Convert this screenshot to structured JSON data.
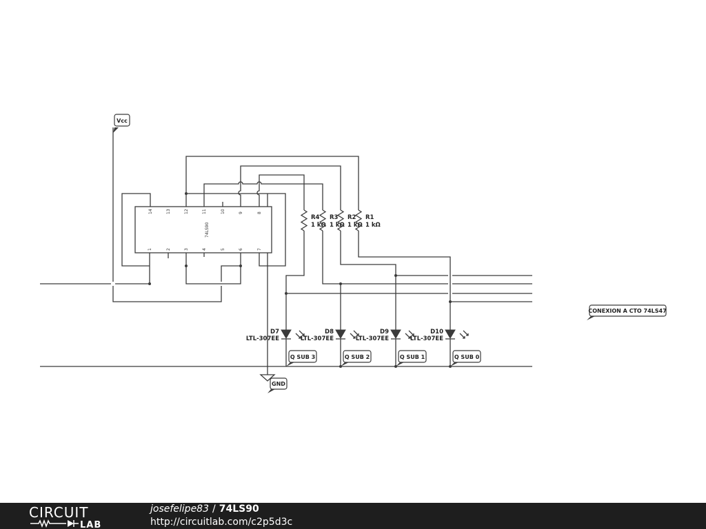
{
  "labels": {
    "vcc": "Vcc",
    "gnd": "GND",
    "ic_part": "74LS90",
    "ic_pins_top": [
      "14",
      "13",
      "12",
      "11",
      "10",
      "9",
      "8"
    ],
    "ic_pins_bottom": [
      "1",
      "2",
      "3",
      "4",
      "5",
      "6",
      "7"
    ],
    "resistors": [
      {
        "ref": "R4",
        "value": "1 kΩ"
      },
      {
        "ref": "R3",
        "value": "1 kΩ"
      },
      {
        "ref": "R2",
        "value": "1 kΩ"
      },
      {
        "ref": "R1",
        "value": "1 kΩ"
      }
    ],
    "leds": [
      {
        "ref": "D7",
        "part": "LTL-307EE"
      },
      {
        "ref": "D8",
        "part": "LTL-307EE"
      },
      {
        "ref": "D9",
        "part": "LTL-307EE"
      },
      {
        "ref": "D10",
        "part": "LTL-307EE"
      }
    ],
    "outputs": [
      "Q SUB 3",
      "Q SUB 2",
      "Q SUB 1",
      "Q SUB 0"
    ],
    "connection": "CONEXION A CTO 74LS47"
  },
  "footer": {
    "logo_top": "CIRCUIT",
    "logo_bottom": "LAB",
    "author": "josefelipe83",
    "separator": "/",
    "title": "74LS90",
    "url": "http://circuitlab.com/c2p5d3c"
  },
  "colors": {
    "wire": "#3b3b3b",
    "footer_bg": "#1e1e1e",
    "footer_text": "#ffffff"
  }
}
